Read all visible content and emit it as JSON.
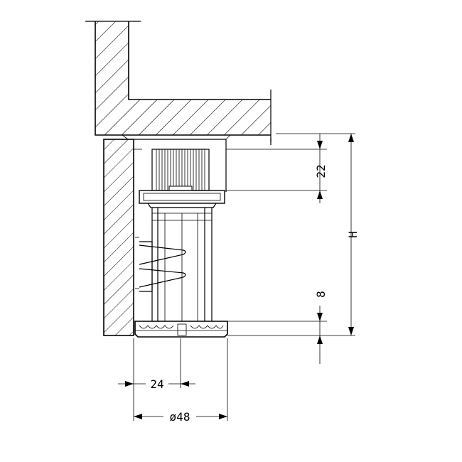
{
  "dimensions": {
    "top_height": "22",
    "total_height": "H",
    "base_height": "8",
    "half_width": "24",
    "diameter": "ø48"
  },
  "colors": {
    "line": "#000000",
    "background": "#ffffff"
  }
}
